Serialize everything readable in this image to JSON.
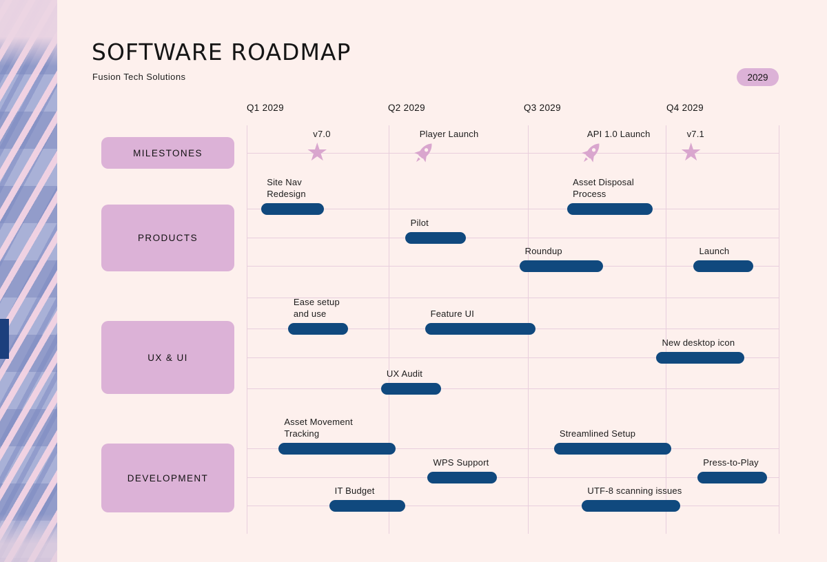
{
  "header": {
    "title": "SOFTWARE ROADMAP",
    "subtitle": "Fusion Tech Solutions",
    "year_badge": "2029"
  },
  "colors": {
    "background": "#fdf0ed",
    "panel_pink": "#dcb2d7",
    "bar_navy": "#10497e",
    "grid_line": "#e8cedd",
    "icon_pink": "#d9a6ce",
    "text_dark": "#191919",
    "strip_navy": "#1c3f7d"
  },
  "chart_data": {
    "type": "bar",
    "subtype": "gantt-roadmap-timeline",
    "title": "SOFTWARE ROADMAP",
    "subtitle": "Fusion Tech Solutions",
    "year": "2029",
    "x_axis": {
      "unit": "quarters",
      "ticks": [
        "Q1 2029",
        "Q2 2029",
        "Q3 2029",
        "Q4 2029"
      ],
      "range": [
        0,
        4
      ]
    },
    "grid": true,
    "lanes": [
      "MILESTONES",
      "PRODUCTS",
      "UX & UI",
      "DEVELOPMENT"
    ],
    "milestones": [
      {
        "label": "v7.0",
        "icon": "star",
        "q": 0.53,
        "quarter": "Q1 2029"
      },
      {
        "label": "Player Launch",
        "icon": "rocket",
        "q": 1.33,
        "quarter": "Q2 2029"
      },
      {
        "label": "API 1.0 Launch",
        "icon": "rocket",
        "q": 2.59,
        "quarter": "Q3 2029"
      },
      {
        "label": "v7.1",
        "icon": "star",
        "q": 3.34,
        "quarter": "Q4 2029"
      }
    ],
    "tasks": [
      {
        "label": "Site Nav\nRedesign",
        "lane": "PRODUCTS",
        "start_q": 0.11,
        "end_q": 0.58,
        "track": 1
      },
      {
        "label": "Pilot",
        "lane": "PRODUCTS",
        "start_q": 1.19,
        "end_q": 1.65,
        "track": 2
      },
      {
        "label": "Asset Disposal\nProcess",
        "lane": "PRODUCTS",
        "start_q": 2.41,
        "end_q": 3.05,
        "track": 1
      },
      {
        "label": "Roundup",
        "lane": "PRODUCTS",
        "start_q": 2.05,
        "end_q": 2.68,
        "track": 3
      },
      {
        "label": "Launch",
        "lane": "PRODUCTS",
        "start_q": 3.36,
        "end_q": 3.81,
        "track": 3
      },
      {
        "label": "Ease setup\nand use",
        "lane": "UX & UI",
        "start_q": 0.31,
        "end_q": 0.76,
        "track": 5
      },
      {
        "label": "Feature UI",
        "lane": "UX & UI",
        "start_q": 1.34,
        "end_q": 2.17,
        "track": 5
      },
      {
        "label": "New desktop icon",
        "lane": "UX & UI",
        "start_q": 3.08,
        "end_q": 3.74,
        "track": 6
      },
      {
        "label": "UX Audit",
        "lane": "UX & UI",
        "start_q": 1.01,
        "end_q": 1.46,
        "track": 7
      },
      {
        "label": "Asset Movement\nTracking",
        "lane": "DEVELOPMENT",
        "start_q": 0.24,
        "end_q": 1.12,
        "track": 8
      },
      {
        "label": "Streamlined Setup",
        "lane": "DEVELOPMENT",
        "start_q": 2.31,
        "end_q": 3.19,
        "track": 8
      },
      {
        "label": "WPS Support",
        "lane": "DEVELOPMENT",
        "start_q": 1.36,
        "end_q": 1.88,
        "track": 9
      },
      {
        "label": "Press-to-Play",
        "lane": "DEVELOPMENT",
        "start_q": 3.39,
        "end_q": 3.91,
        "track": 9
      },
      {
        "label": "IT Budget",
        "lane": "DEVELOPMENT",
        "start_q": 0.62,
        "end_q": 1.19,
        "track": 10
      },
      {
        "label": "UTF-8 scanning issues",
        "lane": "DEVELOPMENT",
        "start_q": 2.52,
        "end_q": 3.26,
        "track": 10
      }
    ]
  }
}
